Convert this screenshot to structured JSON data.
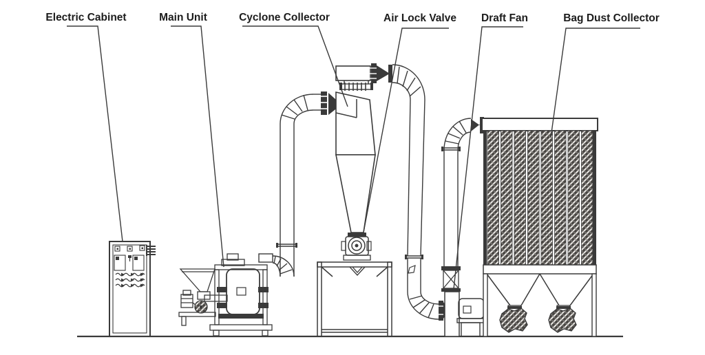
{
  "page": {
    "background": "#ffffff"
  },
  "diagram": {
    "type": "equipment-line-drawing",
    "line_color": "#3a3a3a",
    "hatch_dark": "#4a4744",
    "hatch_light": "#e8e6e2",
    "labels": [
      {
        "id": "electric-cabinet",
        "text": "Electric Cabinet"
      },
      {
        "id": "main-unit",
        "text": "Main Unit"
      },
      {
        "id": "cyclone-collector",
        "text": "Cyclone Collector"
      },
      {
        "id": "air-lock-valve",
        "text": "Air Lock Valve"
      },
      {
        "id": "draft-fan",
        "text": "Draft Fan"
      },
      {
        "id": "bag-dust-collector",
        "text": "Bag Dust Collector"
      }
    ]
  }
}
